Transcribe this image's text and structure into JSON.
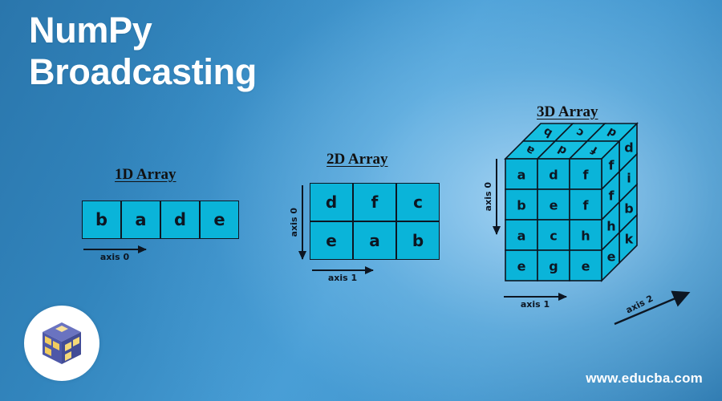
{
  "page": {
    "title": "NumPy\nBroadcasting",
    "background_dark": "#2a76ac",
    "background_light": "#a8d6f5",
    "cell_color": "#0ab4d9",
    "ink_color": "#0d1622"
  },
  "sections": {
    "one_d": {
      "heading": "1D Array",
      "cells": [
        "b",
        "a",
        "d",
        "e"
      ],
      "axis_label": "axis 0"
    },
    "two_d": {
      "heading": "2D Array",
      "rows": [
        [
          "d",
          "f",
          "c"
        ],
        [
          "e",
          "a",
          "b"
        ]
      ],
      "axis_row_label": "axis 0",
      "axis_col_label": "axis 1"
    },
    "three_d": {
      "heading": "3D Array",
      "front_rows": [
        [
          "a",
          "d",
          "f"
        ],
        [
          "b",
          "e",
          "f"
        ],
        [
          "a",
          "c",
          "h"
        ],
        [
          "e",
          "g",
          "e"
        ]
      ],
      "side_mid_column": [
        "f",
        "f",
        "h",
        "e"
      ],
      "side_right_column": [
        "d",
        "i",
        "b",
        "k"
      ],
      "top_back_row": [
        "b",
        "c",
        "d"
      ],
      "top_front_row": [
        "a",
        "d",
        "f"
      ],
      "axis_0_label": "axis 0",
      "axis_1_label": "axis 1",
      "axis_2_label": "axis 2"
    }
  },
  "logo": {
    "name": "numpy-cube-logo",
    "cube_color": "#5a63b4",
    "block_color": "#f2cc5e"
  },
  "footer": {
    "website": "www.educba.com"
  }
}
